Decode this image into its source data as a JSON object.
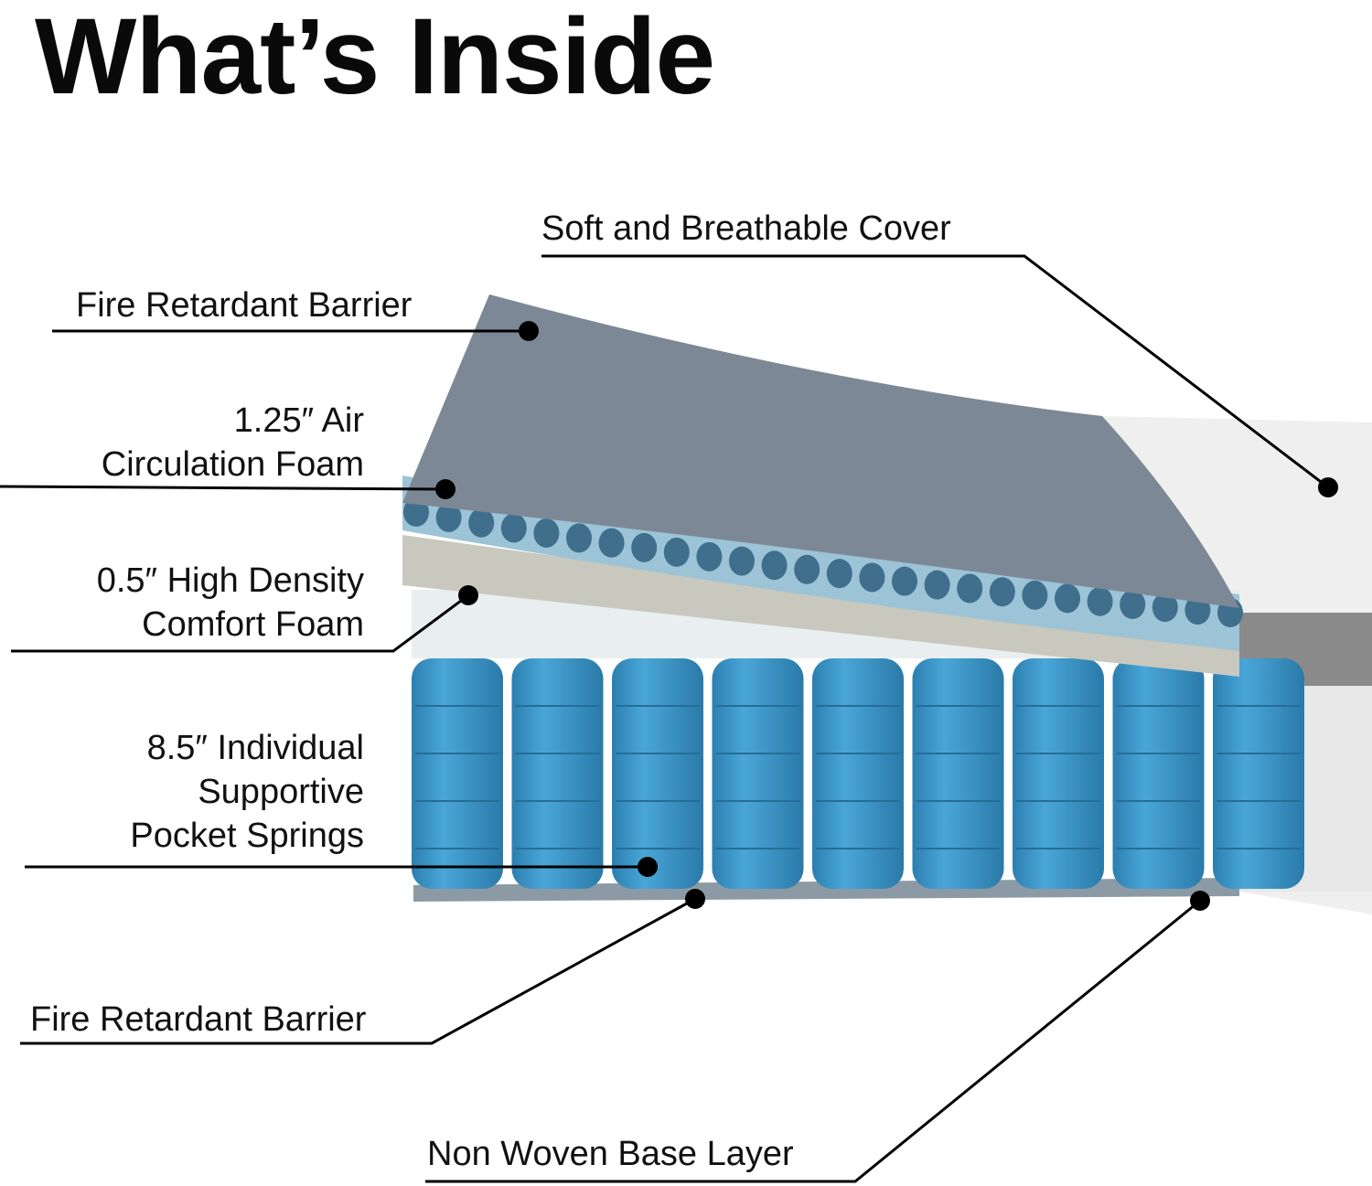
{
  "title": "What’s Inside",
  "labels": {
    "cover": "Soft and Breathable Cover",
    "fire_top": "Fire Retardant Barrier",
    "air_foam_1": "1.25″ Air",
    "air_foam_2": "Circulation Foam",
    "comfort_1": "0.5″ High Density",
    "comfort_2": "Comfort Foam",
    "springs_1": "8.5″ Individual",
    "springs_2": "Supportive",
    "springs_3": "Pocket Springs",
    "fire_bottom": "Fire Retardant Barrier",
    "base": "Non Woven Base Layer"
  },
  "colors": {
    "barrier": "#7d8896",
    "air_foam": "#9cc3d6",
    "comfort": "#c9c8be",
    "spring": "#3d97c9",
    "cover": "#f2f2f2"
  }
}
